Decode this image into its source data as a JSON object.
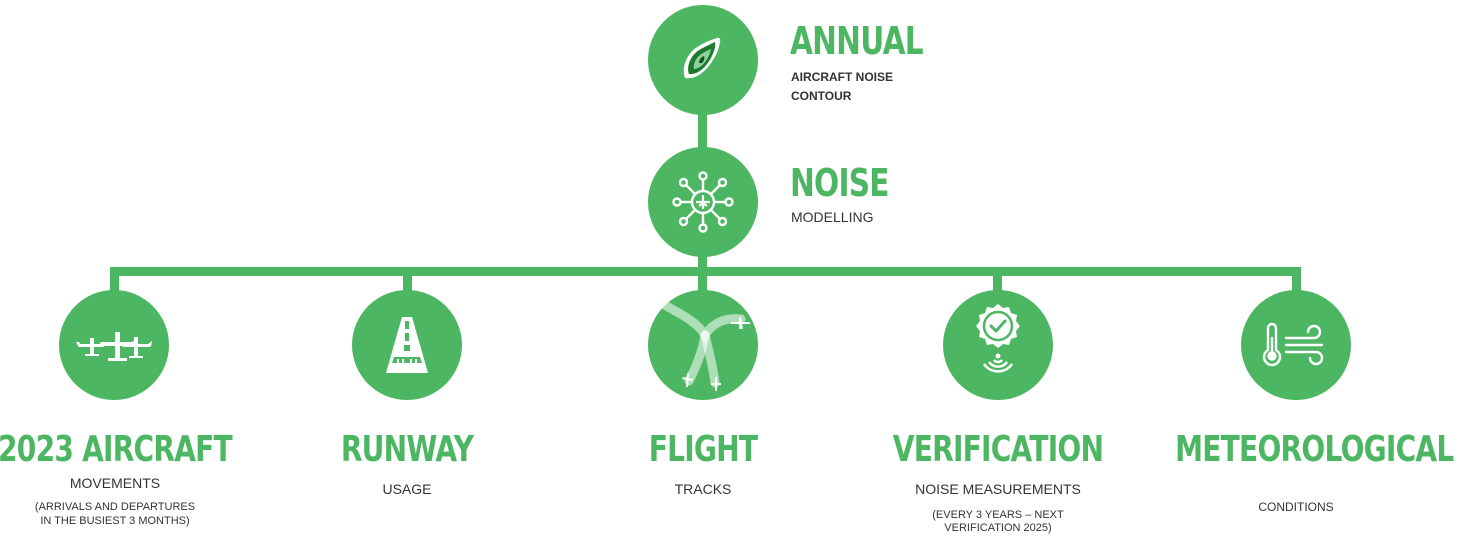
{
  "colors": {
    "accent": "#4cb662",
    "text": "#333333"
  },
  "top": {
    "title": "ANNUAL",
    "subtitle_line1": "AIRCRAFT NOISE",
    "subtitle_line2": "CONTOUR",
    "icon": "noise-contour-icon"
  },
  "middle": {
    "title": "NOISE",
    "subtitle": "MODELLING",
    "icon": "network-plane-icon"
  },
  "inputs": [
    {
      "title": "2023 AIRCRAFT",
      "subtitle": "MOVEMENTS",
      "note_line1": "(ARRIVALS AND DEPARTURES",
      "note_line2": "IN THE BUSIEST 3 MONTHS)",
      "icon": "aircraft-group-icon"
    },
    {
      "title": "RUNWAY",
      "subtitle": "USAGE",
      "icon": "runway-icon"
    },
    {
      "title": "FLIGHT",
      "subtitle": "TRACKS",
      "icon": "flight-tracks-icon"
    },
    {
      "title": "VERIFICATION",
      "subtitle": "NOISE MEASUREMENTS",
      "note_line1": "(EVERY 3 YEARS – NEXT",
      "note_line2": "VERIFICATION 2025)",
      "icon": "verified-measurement-icon"
    },
    {
      "title": "METEOROLOGICAL",
      "subtitle": "CONDITIONS",
      "icon": "weather-icon"
    }
  ]
}
